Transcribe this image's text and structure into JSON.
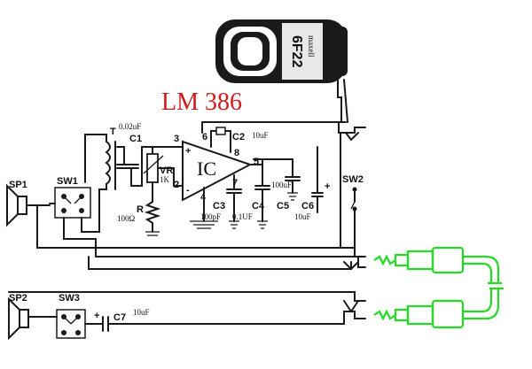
{
  "title": "LM 386",
  "ic_label": "IC",
  "battery": {
    "brand": "maxell",
    "type": "6F22"
  },
  "pins": {
    "p3": "3",
    "p2": "2",
    "p4": "4",
    "p5": "5",
    "p6": "6",
    "p8": "8",
    "p7": "7",
    "plus": "+",
    "minus": "-"
  },
  "components": {
    "c1": "C1",
    "c1_value": "0.02uF",
    "t": "T",
    "vr": "VR",
    "vr_value": "1K",
    "r": "R",
    "r_value": "100Ω",
    "c2": "C2",
    "c2_value": "10uF",
    "c3": "C3",
    "c3_value": "100pF",
    "c4": "C4",
    "c4_value": "0.1UF",
    "c5": "C5",
    "c5_value": "100uF",
    "c6": "C6",
    "c6_value": "10uF",
    "c7": "C7",
    "c7_value": "10uF"
  },
  "labels": {
    "sp1": "SP1",
    "sw1": "SW1",
    "sp2": "SP2",
    "sw3": "SW3",
    "sw2": "SW2"
  },
  "colors": {
    "title": "#d21a1a",
    "jack_plug": "#22dd22",
    "ink": "#1a1a1a"
  }
}
